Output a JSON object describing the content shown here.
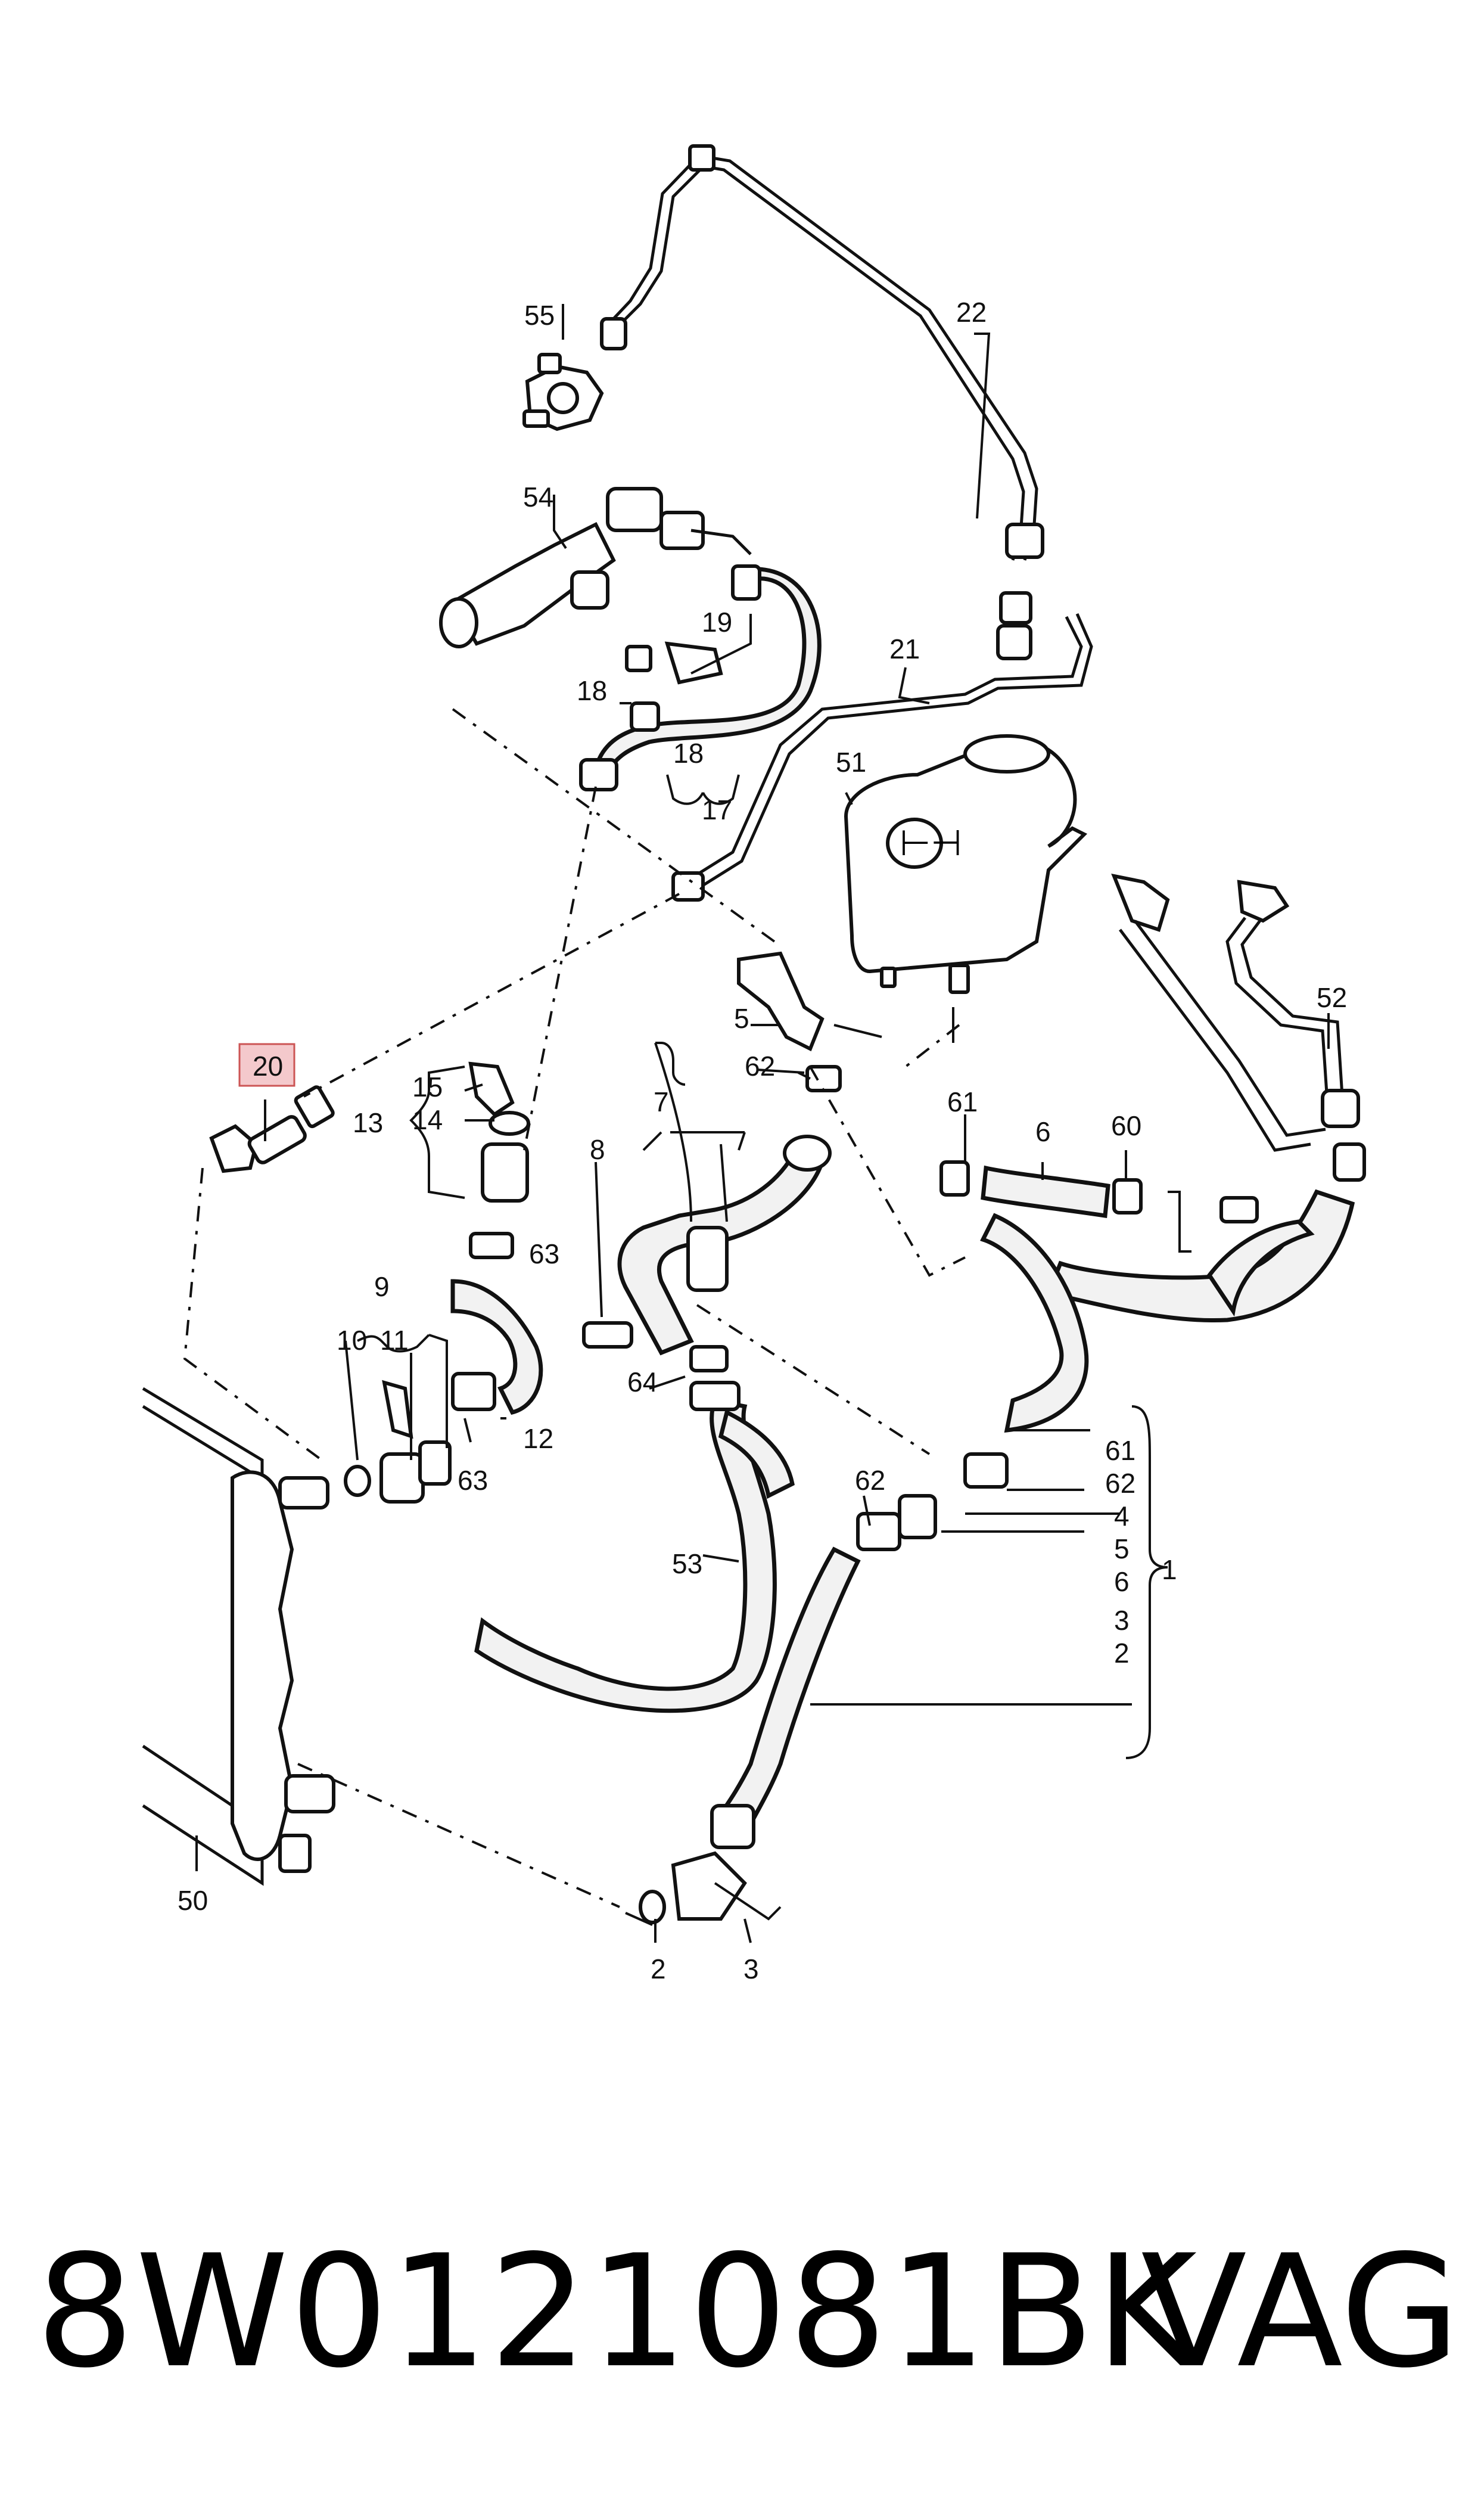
{
  "callouts": {
    "c1": "1",
    "c2a": "2",
    "c2b": "2",
    "c3a": "3",
    "c3b": "3",
    "c4a": "4",
    "c5a": "5",
    "c5b": "5",
    "c6a": "6",
    "c6b": "6",
    "c7": "7",
    "c8": "8",
    "c9": "9",
    "c10": "10",
    "c11": "11",
    "c12": "12",
    "c13": "13",
    "c14": "14",
    "c15": "15",
    "c17": "17",
    "c18a": "18",
    "c18b": "18",
    "c19": "19",
    "c20": "20",
    "c21": "21",
    "c22": "22",
    "c50": "50",
    "c51": "51",
    "c52": "52",
    "c53": "53",
    "c54": "54",
    "c55": "55",
    "c60": "60",
    "c61a": "61",
    "c61b": "61",
    "c62a": "62",
    "c62b": "62",
    "c62c": "62",
    "c63a": "63",
    "c63b": "63",
    "c64": "64"
  },
  "footer": {
    "part_number": "8W0121081BK",
    "brand": "VAG"
  },
  "highlight": {
    "color": "#f4c9cc"
  }
}
